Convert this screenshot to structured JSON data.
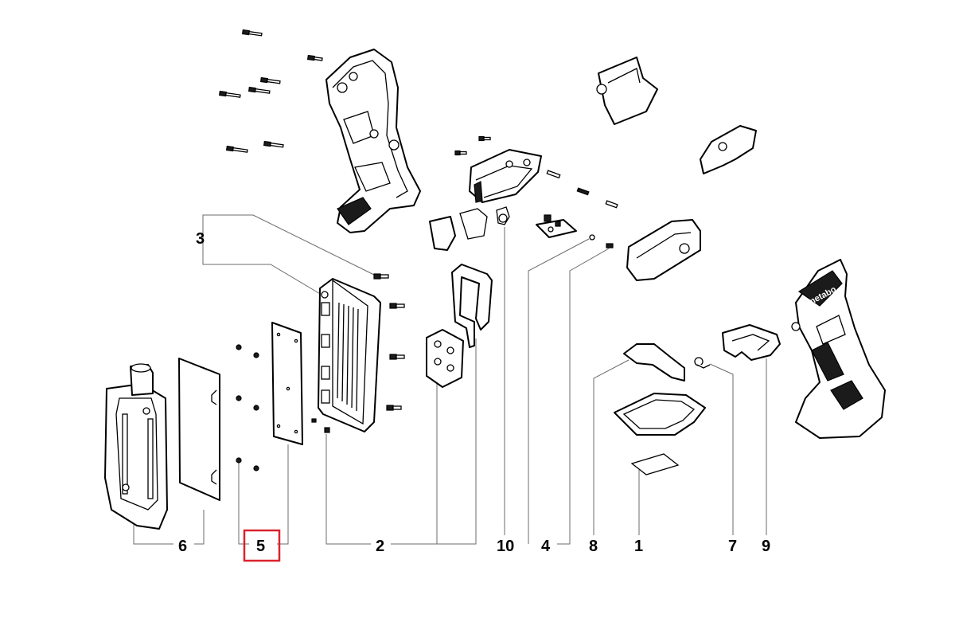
{
  "diagram": {
    "callouts": [
      "1",
      "2",
      "3",
      "4",
      "5",
      "6",
      "7",
      "8",
      "9",
      "10"
    ],
    "highlighted_callout": "5",
    "highlight_color": "#d9232d",
    "brand_label": "metabo"
  }
}
